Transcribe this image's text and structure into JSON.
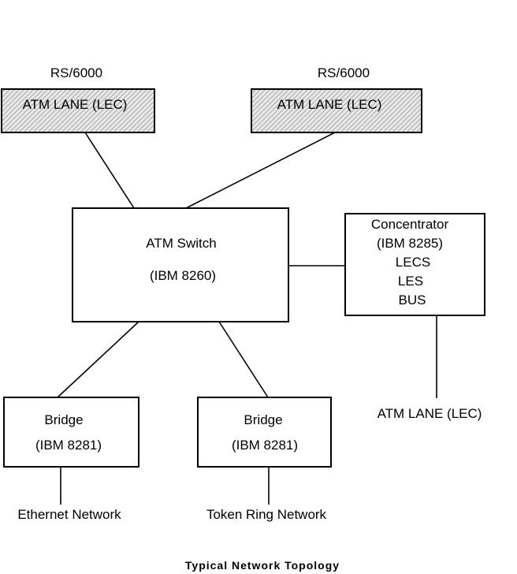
{
  "diagram": {
    "rs6000_left": {
      "host": "RS/6000",
      "label": "ATM LANE (LEC)"
    },
    "rs6000_right": {
      "host": "RS/6000",
      "label": "ATM LANE (LEC)"
    },
    "atm_switch": {
      "line1": "ATM Switch",
      "line2": "(IBM 8260)"
    },
    "concentrator": {
      "line1": "Concentrator",
      "line2": "(IBM 8285)",
      "line3": "LECS",
      "line4": "LES",
      "line5": "BUS"
    },
    "concentrator_endpoint": "ATM LANE (LEC)",
    "bridge_left": {
      "line1": "Bridge",
      "line2": "(IBM 8281)",
      "network": "Ethernet Network"
    },
    "bridge_right": {
      "line1": "Bridge",
      "line2": "(IBM 8281)",
      "network": "Token Ring Network"
    },
    "caption": "Typical Network Topology"
  }
}
